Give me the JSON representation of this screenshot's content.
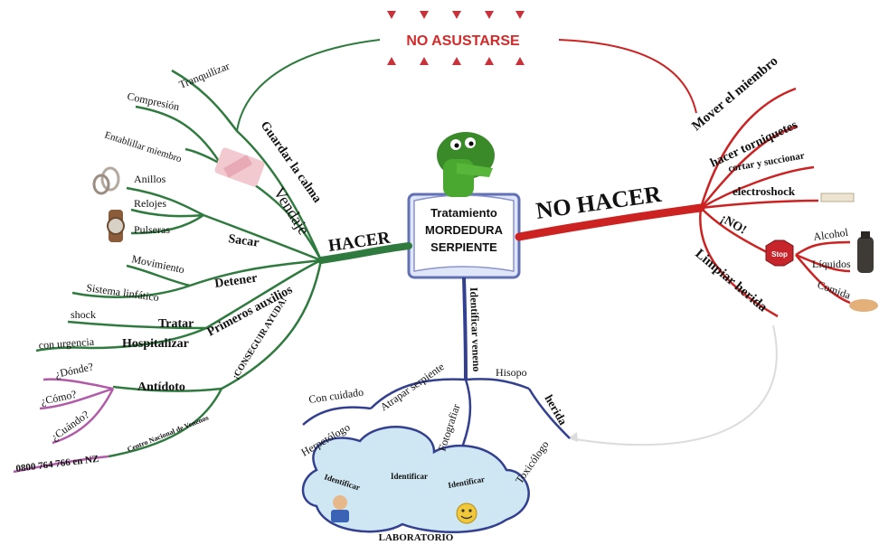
{
  "center": {
    "line1": "Tratamiento",
    "line2": "MORDEDURA",
    "line3": "SERPIENTE"
  },
  "top": {
    "title": "NO ASUSTARSE"
  },
  "hacer": {
    "title": "HACER",
    "guardar": "Guardar la calma",
    "tranquilizar": "Tranquilizar",
    "vendaje": "Vendaje",
    "compresion": "Compresión",
    "entablillar": "Entablillar miembro",
    "sacar": "Sacar",
    "anillos": "Anillos",
    "relojes": "Relojes",
    "pulseras": "Pulseras",
    "detener": "Detener",
    "movimiento": "Movimiento",
    "sistema": "Sistema linfático",
    "primeros": "Primeros auxilios",
    "tratar": "Tratar",
    "shock": "shock",
    "hospitalizar": "Hospitalizar",
    "urgencia": "con urgencia",
    "conseguir": "¡CONSEGUIR AYUDA!",
    "antidoto": "Antídoto",
    "donde": "¿Dónde?",
    "como": "¿Cómo?",
    "cuando": "¿Cuándo?",
    "centro": "Centro Nacional de Venenos",
    "telefono": "0800 764 766 en NZ"
  },
  "no_hacer": {
    "title": "NO HACER",
    "mover": "Mover el miembro",
    "torniquetes": "hacer torniquetes",
    "cortar": "cortar y succionar",
    "electroshock": "electroshock",
    "no": "¡NO!",
    "stop": "Stop",
    "alcohol": "Alcohol",
    "liquidos": "Líquidos",
    "comida": "Comida",
    "limpiar": "Limpiar herida"
  },
  "identificar": {
    "title": "Identificar veneno",
    "cuidado": "Con cuidado",
    "atrapar": "Atrapar serpiente",
    "herpetologo": "Herpetólogo",
    "fotografiar": "Fotografiar",
    "hisopo": "Hisopo",
    "herida": "herida",
    "toxicologo": "Toxicólogo",
    "id1": "Identificar",
    "id2": "Identificar",
    "id3": "Identificar",
    "laboratorio": "LABORATORIO"
  },
  "colors": {
    "green": "#2f7a3e",
    "red": "#cc2222",
    "blue": "#33408f",
    "purple": "#b05aa8"
  }
}
